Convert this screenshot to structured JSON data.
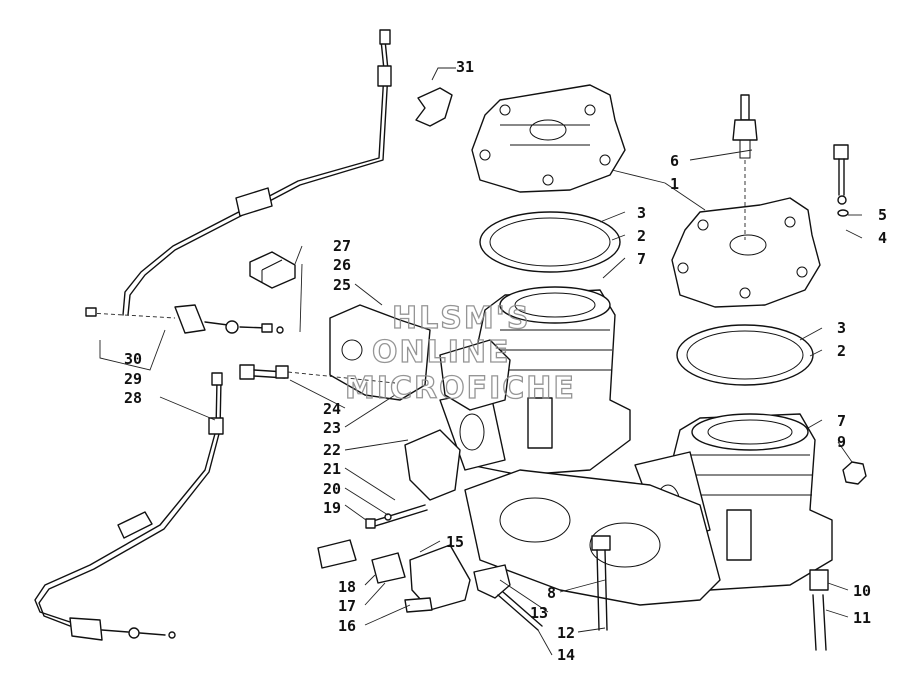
{
  "watermark": {
    "line1": "HLSM'S",
    "line2": "ONLINE",
    "line3": "MICROFICHE"
  },
  "callouts": {
    "c1": "1",
    "c2a": "2",
    "c2b": "2",
    "c3a": "3",
    "c3b": "3",
    "c4": "4",
    "c5": "5",
    "c6": "6",
    "c7a": "7",
    "c7b": "7",
    "c8": "8",
    "c9": "9",
    "c10": "10",
    "c11": "11",
    "c12": "12",
    "c13": "13",
    "c14": "14",
    "c15": "15",
    "c16": "16",
    "c17": "17",
    "c18": "18",
    "c19": "19",
    "c20": "20",
    "c21": "21",
    "c22": "22",
    "c23": "23",
    "c24": "24",
    "c25": "25",
    "c26": "26",
    "c27": "27",
    "c28": "28",
    "c29": "29",
    "c30": "30",
    "c31": "31"
  }
}
